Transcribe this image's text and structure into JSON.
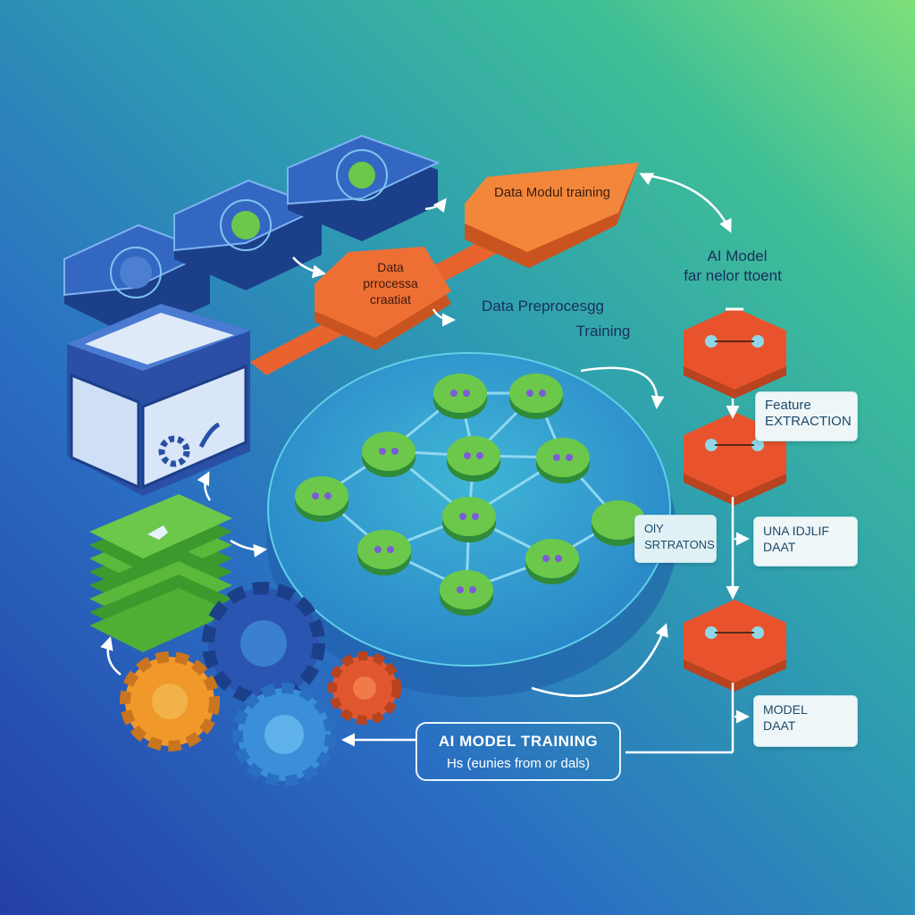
{
  "labels": {
    "data_model_training": "Data Modul training",
    "data_process": "Data\nprrocessa\ncraatiat",
    "data_preprocessing": "Data Preprocesgg",
    "training": "Training",
    "ai_model": "AI Model",
    "ai_model_sub": "far nelor ttoent"
  },
  "tags": {
    "feature_extraction": "Feature\nEXTRACTION",
    "oly_extraction": "OlY\nSRTRATONS",
    "una_data": "UNA IDJLIF\nDAAT",
    "model_data": "MODEL\nDAAT"
  },
  "training_box": {
    "title": "AI MODEL TRAINING",
    "subtitle": "Hs (eunies from or dals)"
  },
  "colors": {
    "orange": "#f07a3a",
    "hex_red": "#e8532e",
    "node_green": "#6cc84a",
    "node_dot": "#7b5cd6",
    "blue_tile": "#2d5fb5",
    "gear_orange": "#f0982a",
    "gear_red": "#e0572f",
    "gear_blue": "#3a7fd0"
  }
}
